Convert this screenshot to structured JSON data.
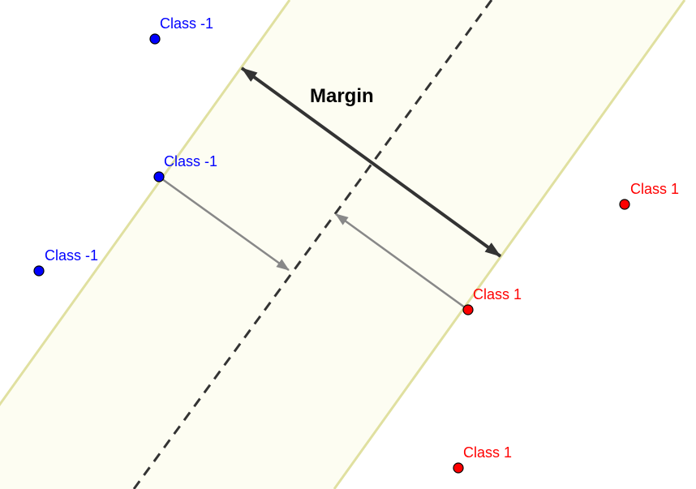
{
  "margin_label": "Margin",
  "colors": {
    "class_neg": "#0000ff",
    "class_pos": "#ff0000",
    "band_fill": "#fdfdf2",
    "band_edge": "#e0e0a0",
    "hyperplane": "#333333",
    "margin_arrow": "#333333",
    "distance_arrow": "#888888",
    "point_stroke": "#000000"
  },
  "points": [
    {
      "label": "Class -1",
      "class": -1
    },
    {
      "label": "Class -1",
      "class": -1,
      "support_vector": true
    },
    {
      "label": "Class -1",
      "class": -1
    },
    {
      "label": "Class 1",
      "class": 1
    },
    {
      "label": "Class 1",
      "class": 1,
      "support_vector": true
    },
    {
      "label": "Class 1",
      "class": 1
    }
  ]
}
